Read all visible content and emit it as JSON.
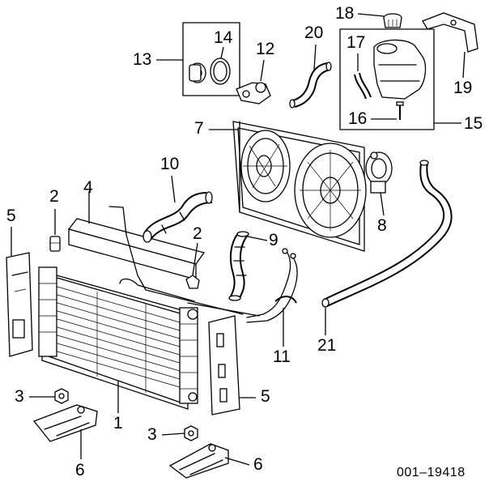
{
  "callouts": {
    "c1": "1",
    "c2a": "2",
    "c2b": "2",
    "c3a": "3",
    "c3b": "3",
    "c4": "4",
    "c5a": "5",
    "c5b": "5",
    "c6a": "6",
    "c6b": "6",
    "c7": "7",
    "c8": "8",
    "c9": "9",
    "c10": "10",
    "c11": "11",
    "c12": "12",
    "c13": "13",
    "c14": "14",
    "c15": "15",
    "c16": "16",
    "c17": "17",
    "c18": "18",
    "c19": "19",
    "c20": "20",
    "c21": "21"
  },
  "document_id": "001–19418"
}
